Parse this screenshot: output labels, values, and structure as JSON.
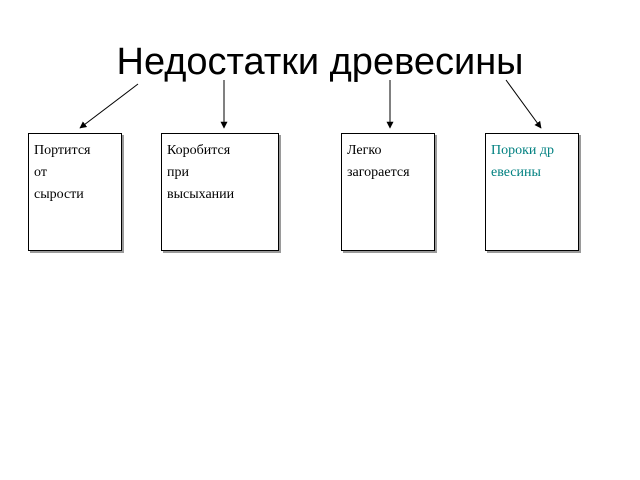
{
  "title": "Недостатки древесины",
  "boxes": [
    {
      "text": "Портится\nот\nсырости"
    },
    {
      "text": "Коробится\nпри\nвысыхании"
    },
    {
      "text": "Легко\nзагорается"
    },
    {
      "text": "Пороки др\nевесины"
    }
  ],
  "colors": {
    "text": "#000000",
    "highlight_text": "#008080",
    "border": "#000000"
  }
}
